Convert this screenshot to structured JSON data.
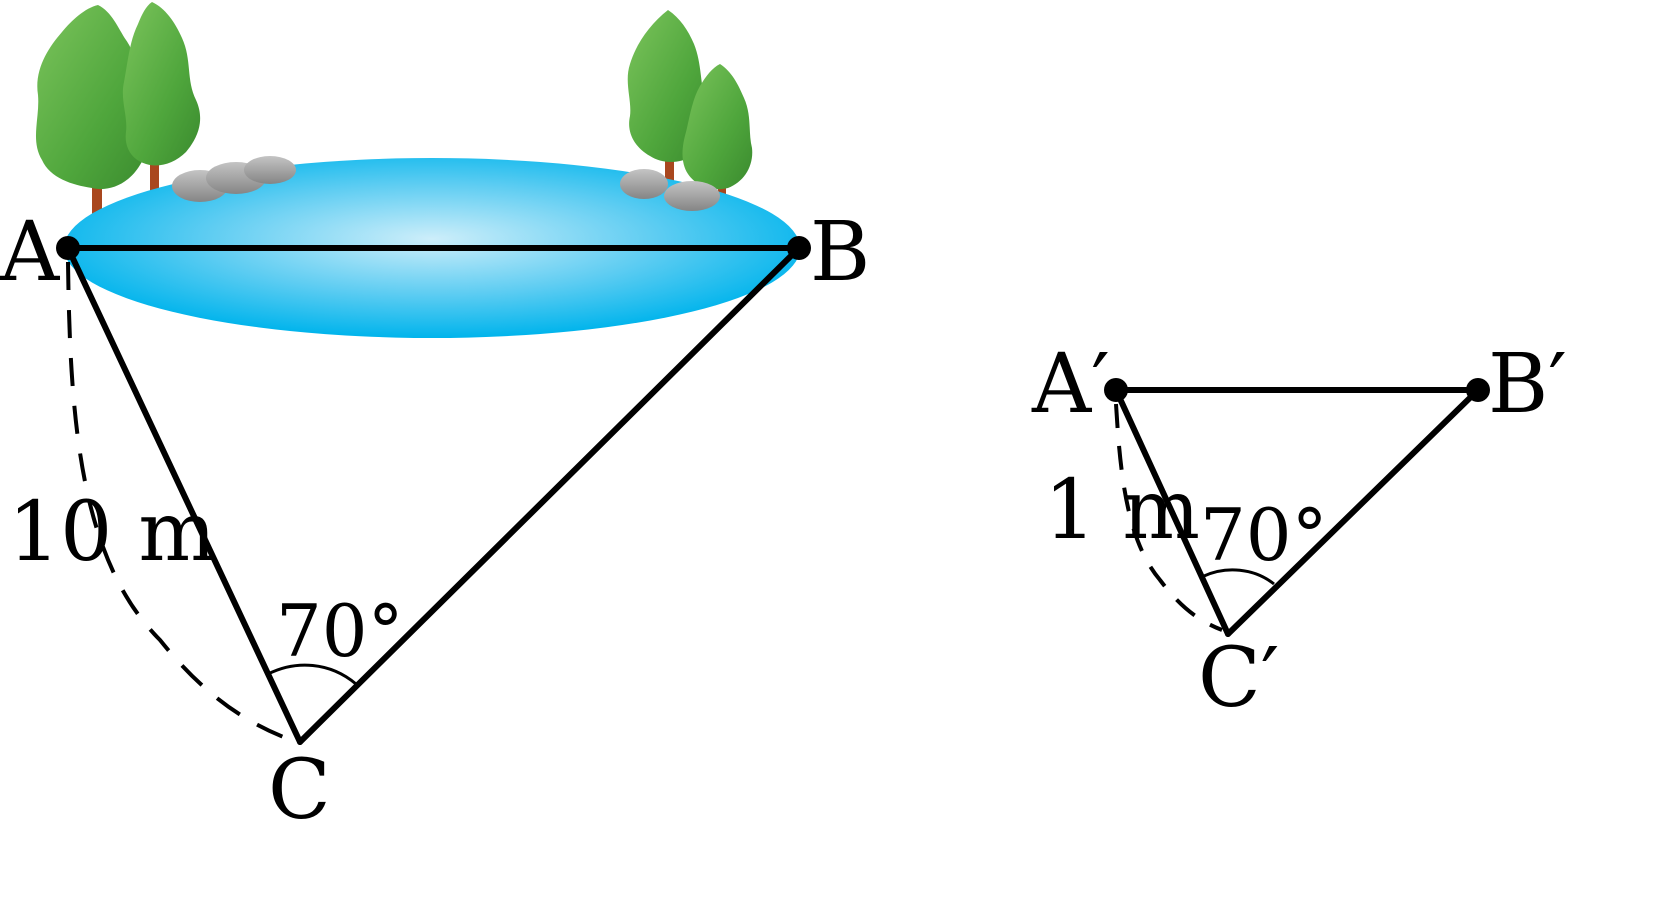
{
  "scene": {
    "lake_color": "#00b4ec",
    "lake_highlight": "#cdeefa",
    "tree_color": "#4fa63c",
    "trunk_color": "#a9471e",
    "rock_color": "#9a9a9a",
    "line_color": "#000000"
  },
  "large_triangle": {
    "label_a": "A",
    "label_b": "B",
    "label_c": "C",
    "angle_c": "70°",
    "side_ac": "10 m"
  },
  "small_triangle": {
    "label_a": "A′",
    "label_b": "B′",
    "label_c": "C′",
    "angle_c": "70°",
    "side_ac": "1 m"
  }
}
